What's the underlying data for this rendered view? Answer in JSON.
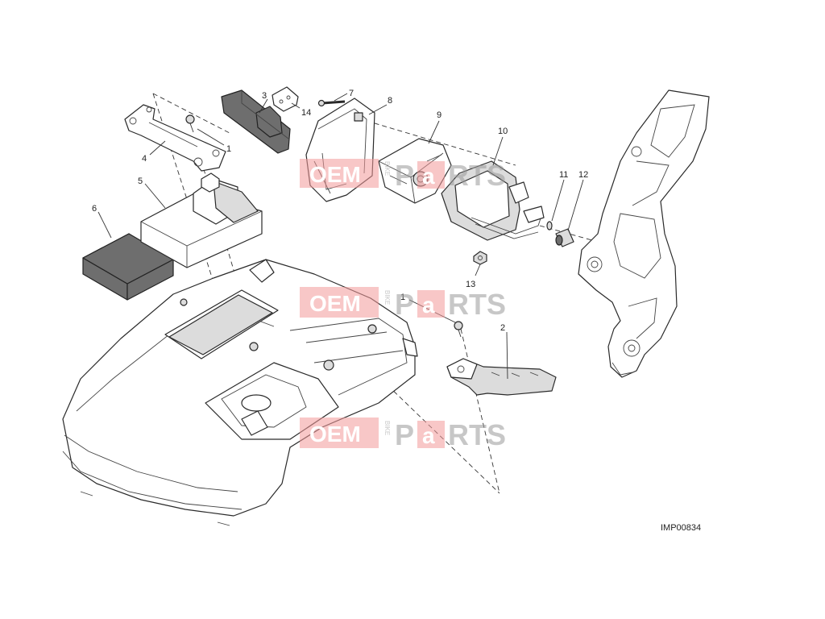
{
  "diagram": {
    "reference_code": "IMP00834",
    "callouts": [
      "1",
      "2",
      "3",
      "4",
      "5",
      "6",
      "7",
      "8",
      "9",
      "10",
      "11",
      "12",
      "13",
      "14",
      "1"
    ]
  },
  "watermark": {
    "word_left": "OEM",
    "word_vertical": "BIKE",
    "word_right_p": "P",
    "word_right_a": "a",
    "word_right_rts": "RTS",
    "color": "#f29999"
  }
}
